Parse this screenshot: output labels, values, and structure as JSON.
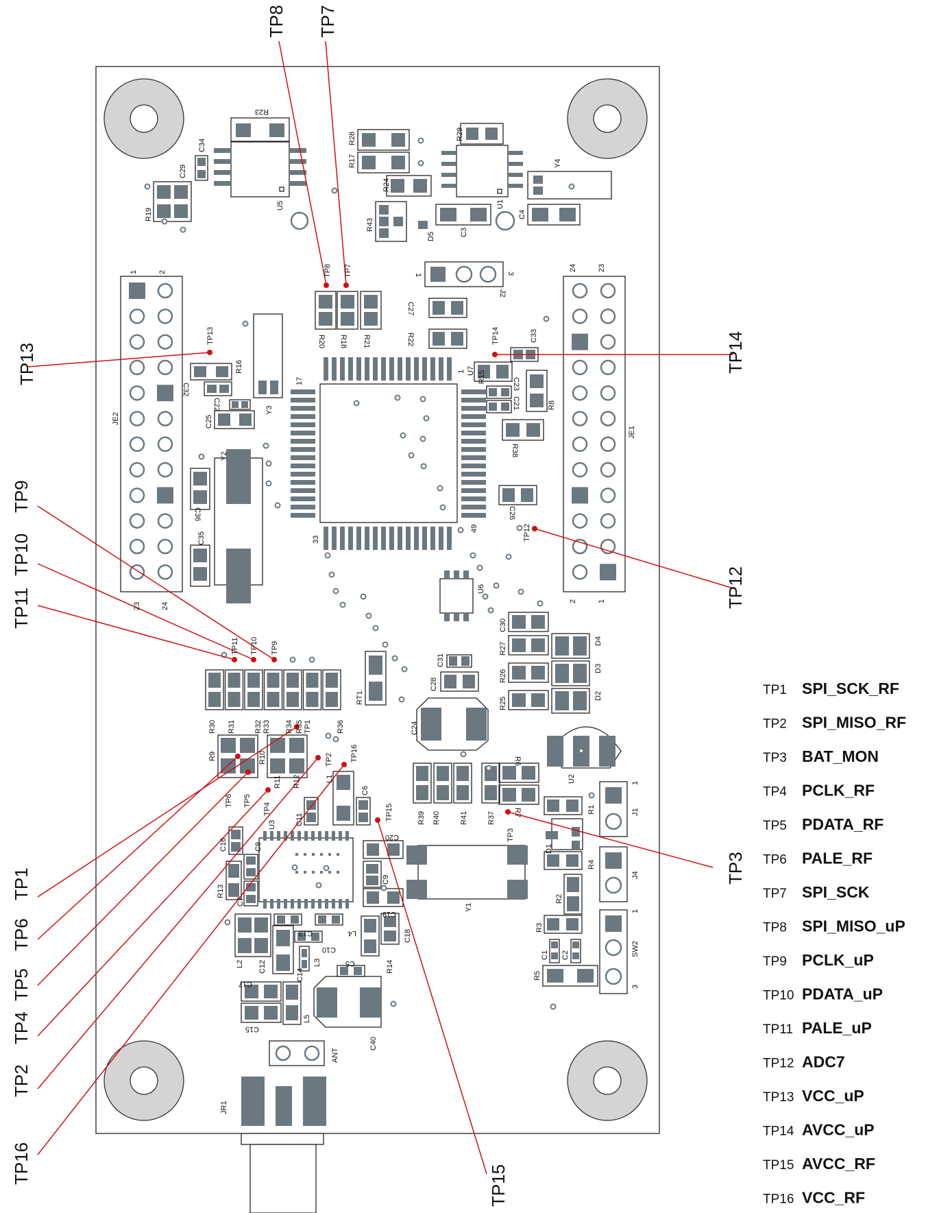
{
  "legend": [
    {
      "tp": "TP1",
      "signal": "SPI_SCK_RF"
    },
    {
      "tp": "TP2",
      "signal": "SPI_MISO_RF"
    },
    {
      "tp": "TP3",
      "signal": "BAT_MON"
    },
    {
      "tp": "TP4",
      "signal": "PCLK_RF"
    },
    {
      "tp": "TP5",
      "signal": "PDATA_RF"
    },
    {
      "tp": "TP6",
      "signal": "PALE_RF"
    },
    {
      "tp": "TP7",
      "signal": "SPI_SCK"
    },
    {
      "tp": "TP8",
      "signal": "SPI_MISO_uP"
    },
    {
      "tp": "TP9",
      "signal": "PCLK_uP"
    },
    {
      "tp": "TP10",
      "signal": "PDATA_uP"
    },
    {
      "tp": "TP11",
      "signal": "PALE_uP"
    },
    {
      "tp": "TP12",
      "signal": "ADC7"
    },
    {
      "tp": "TP13",
      "signal": "VCC_uP"
    },
    {
      "tp": "TP14",
      "signal": "AVCC_uP"
    },
    {
      "tp": "TP15",
      "signal": "AVCC_RF"
    },
    {
      "tp": "TP16",
      "signal": "VCC_RF"
    }
  ],
  "callouts": [
    "TP8",
    "TP7",
    "TP13",
    "TP14",
    "TP9",
    "TP10",
    "TP11",
    "TP12",
    "TP1",
    "TP6",
    "TP5",
    "TP4",
    "TP2",
    "TP16",
    "TP15",
    "TP3"
  ],
  "parts": {
    "r23": "R23",
    "c34": "C34",
    "c29": "C29",
    "r19": "R19",
    "u5": "U5",
    "r28": "R28",
    "r17": "R17",
    "r24": "R24",
    "r43": "R43",
    "d5": "D5",
    "c3": "C3",
    "r29": "R29",
    "u1": "U1",
    "c4": "C4",
    "y4": "Y4",
    "je2": "JE2",
    "je1": "JE1",
    "y3": "Y3",
    "y2": "Y2",
    "r16": "R16",
    "c32": "C32",
    "c22": "C22",
    "c25": "C25",
    "c36": "C36",
    "c35": "C35",
    "r20": "R20",
    "r18": "R18",
    "r21": "R21",
    "tp8s": "TP8",
    "tp7s": "TP7",
    "j2": "J2",
    "c27": "C27",
    "r22": "R22",
    "tp14s": "TP14",
    "c33": "C33",
    "u7": "U7",
    "r15": "R15",
    "c23": "C23",
    "c21": "C21",
    "r8": "R8",
    "r38": "R38",
    "c26": "C26",
    "tp12s": "TP12",
    "tp13s": "TP13",
    "u6": "U6",
    "c30": "C30",
    "r27": "R27",
    "r26": "R26",
    "r25": "R25",
    "d4": "D4",
    "d3": "D3",
    "d2": "D2",
    "tp11s": "TP11",
    "tp10s": "TP10",
    "tp9s": "TP9",
    "r30": "R30",
    "r31": "R31",
    "r32": "R32",
    "r33": "R33",
    "r34": "R34",
    "r35": "R35",
    "tp1s": "TP1",
    "r36": "R36",
    "rt1": "RT1",
    "c31": "C31",
    "c28": "C28",
    "c24": "C24",
    "r9": "R9",
    "r10": "R10",
    "r11": "R11",
    "r12": "R12",
    "tp2s": "TP2",
    "tp16s": "TP16",
    "tp6s": "TP6",
    "tp5s": "TP5",
    "tp4s": "TP4",
    "l1": "L1",
    "c6": "C6",
    "tp15s": "TP15",
    "c20": "C20",
    "c11": "C11",
    "u3": "U3",
    "c16": "C16",
    "c8": "C8",
    "r13": "R13",
    "c7": "C7",
    "c9": "C9",
    "c19": "C19",
    "y1": "Y1",
    "c13": "C13",
    "l4": "L4",
    "c10": "C10",
    "c18": "C18",
    "l2": "L2",
    "c12": "C12",
    "l3": "L3",
    "c5": "C5",
    "r14": "R14",
    "c17": "C17",
    "c14": "C14",
    "c15": "C15",
    "l5": "L5",
    "c40": "C40",
    "ant": "ANT",
    "jr1": "JR1",
    "r39": "R39",
    "r40": "R40",
    "r41": "R41",
    "r37": "R37",
    "r6": "R6",
    "r7": "R7",
    "tp3s": "TP3",
    "u2": "U2",
    "r1": "R1",
    "j1": "J1",
    "d1": "D1",
    "r4": "R4",
    "j4": "J4",
    "r2": "R2",
    "r3": "R3",
    "c1": "C1",
    "c2": "C2",
    "r5": "R5",
    "sw2": "SW2"
  },
  "pins": {
    "je2_1": "1",
    "je2_2": "2",
    "je2_23": "23",
    "je2_24": "24",
    "je1_24": "24",
    "je1_23": "23",
    "je1_2": "2",
    "je1_1": "1",
    "u7_1": "1",
    "u7_17": "17",
    "u7_33": "33",
    "u7_49": "49",
    "j2_1": "1",
    "j2_3": "3",
    "j1_1": "1",
    "sw2_1": "1",
    "sw2_3": "3"
  }
}
